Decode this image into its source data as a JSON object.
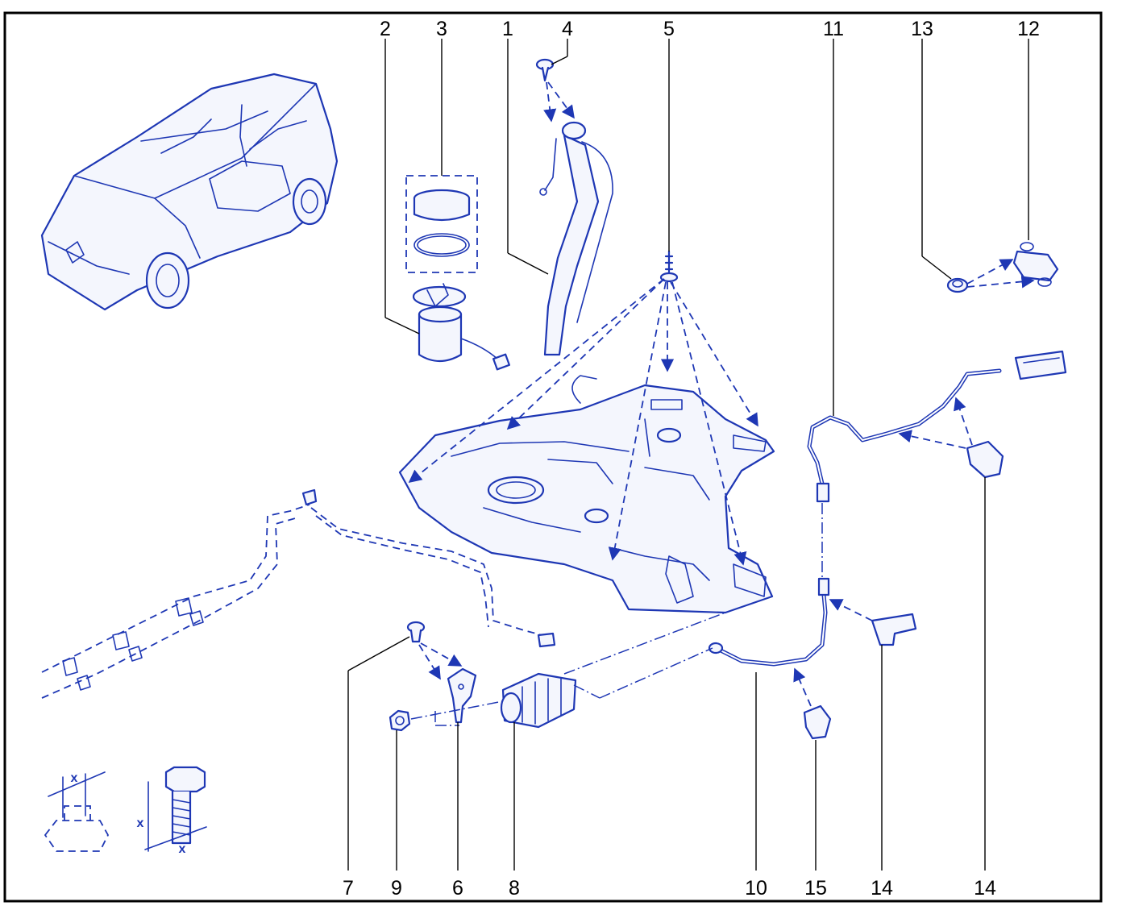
{
  "callouts": {
    "c1": "1",
    "c2": "2",
    "c3": "3",
    "c4": "4",
    "c5": "5",
    "c6": "6",
    "c7": "7",
    "c8": "8",
    "c9": "9",
    "c10": "10",
    "c11": "11",
    "c12": "12",
    "c13": "13",
    "c14a": "14",
    "c14b": "14",
    "c15": "15"
  },
  "dimension_marks": {
    "nut_width": "x",
    "bolt_length": "x",
    "bolt_width": "x"
  },
  "colors": {
    "line": "#1e37b4",
    "frame": "#000000",
    "background": "#ffffff"
  }
}
